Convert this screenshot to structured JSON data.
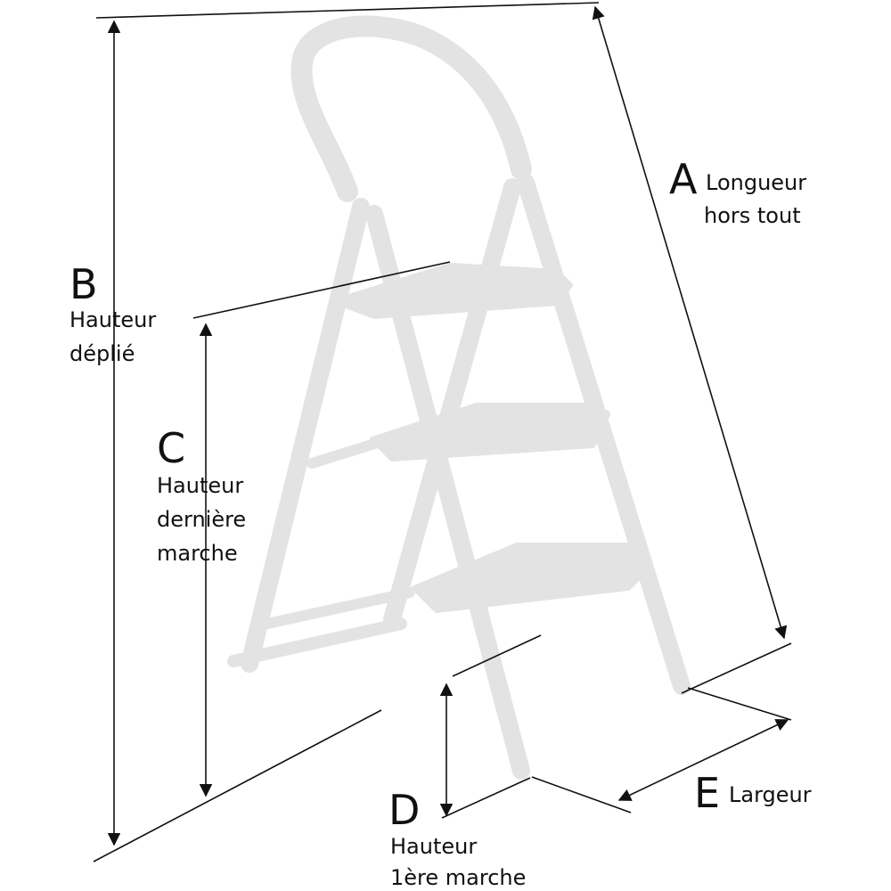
{
  "dimensions": {
    "A": {
      "letter": "A",
      "caption_line1": "Longueur",
      "caption_line2": "hors tout"
    },
    "B": {
      "letter": "B",
      "caption_line1": "Hauteur",
      "caption_line2": "déplié"
    },
    "C": {
      "letter": "C",
      "caption_line1": "Hauteur",
      "caption_line2": "dernière",
      "caption_line3": "marche"
    },
    "D": {
      "letter": "D",
      "caption_line1": "Hauteur",
      "caption_line2": "1ère marche"
    },
    "E": {
      "letter": "E",
      "caption_line1": "Largeur"
    }
  },
  "colors": {
    "ladder": "#e3e3e3",
    "lines": "#111111"
  }
}
